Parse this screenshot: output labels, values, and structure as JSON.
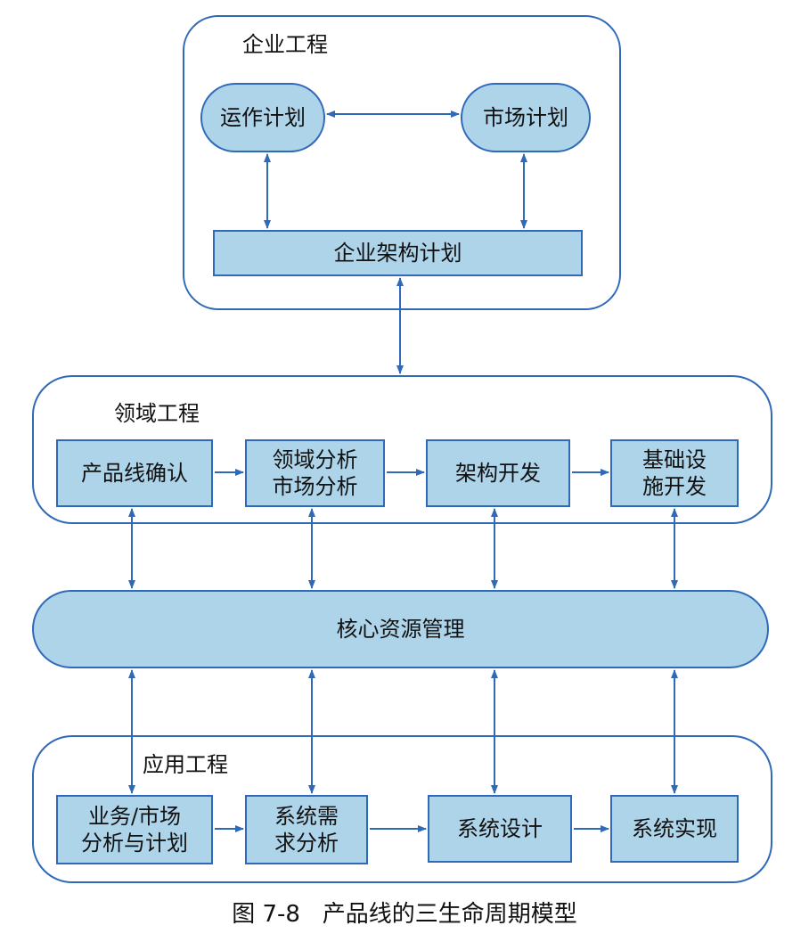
{
  "enterprise": {
    "label": "企业工程",
    "operation_plan": "运作计划",
    "market_plan": "市场计划",
    "architecture_plan": "企业架构计划"
  },
  "domain": {
    "label": "领域工程",
    "product_line_confirm": "产品线确认",
    "domain_market_analysis": "领域分析\n市场分析",
    "architecture_dev": "架构开发",
    "infrastructure_dev": "基础设\n施开发"
  },
  "core": {
    "label": "核心资源管理"
  },
  "application": {
    "label": "应用工程",
    "business_market": "业务/市场\n分析与计划",
    "system_requirements": "系统需\n求分析",
    "system_design": "系统设计",
    "system_implementation": "系统实现"
  },
  "caption": "图 7-8   产品线的三生命周期模型",
  "colors": {
    "line": "#2f69b8",
    "fill": "#aed4ea"
  }
}
